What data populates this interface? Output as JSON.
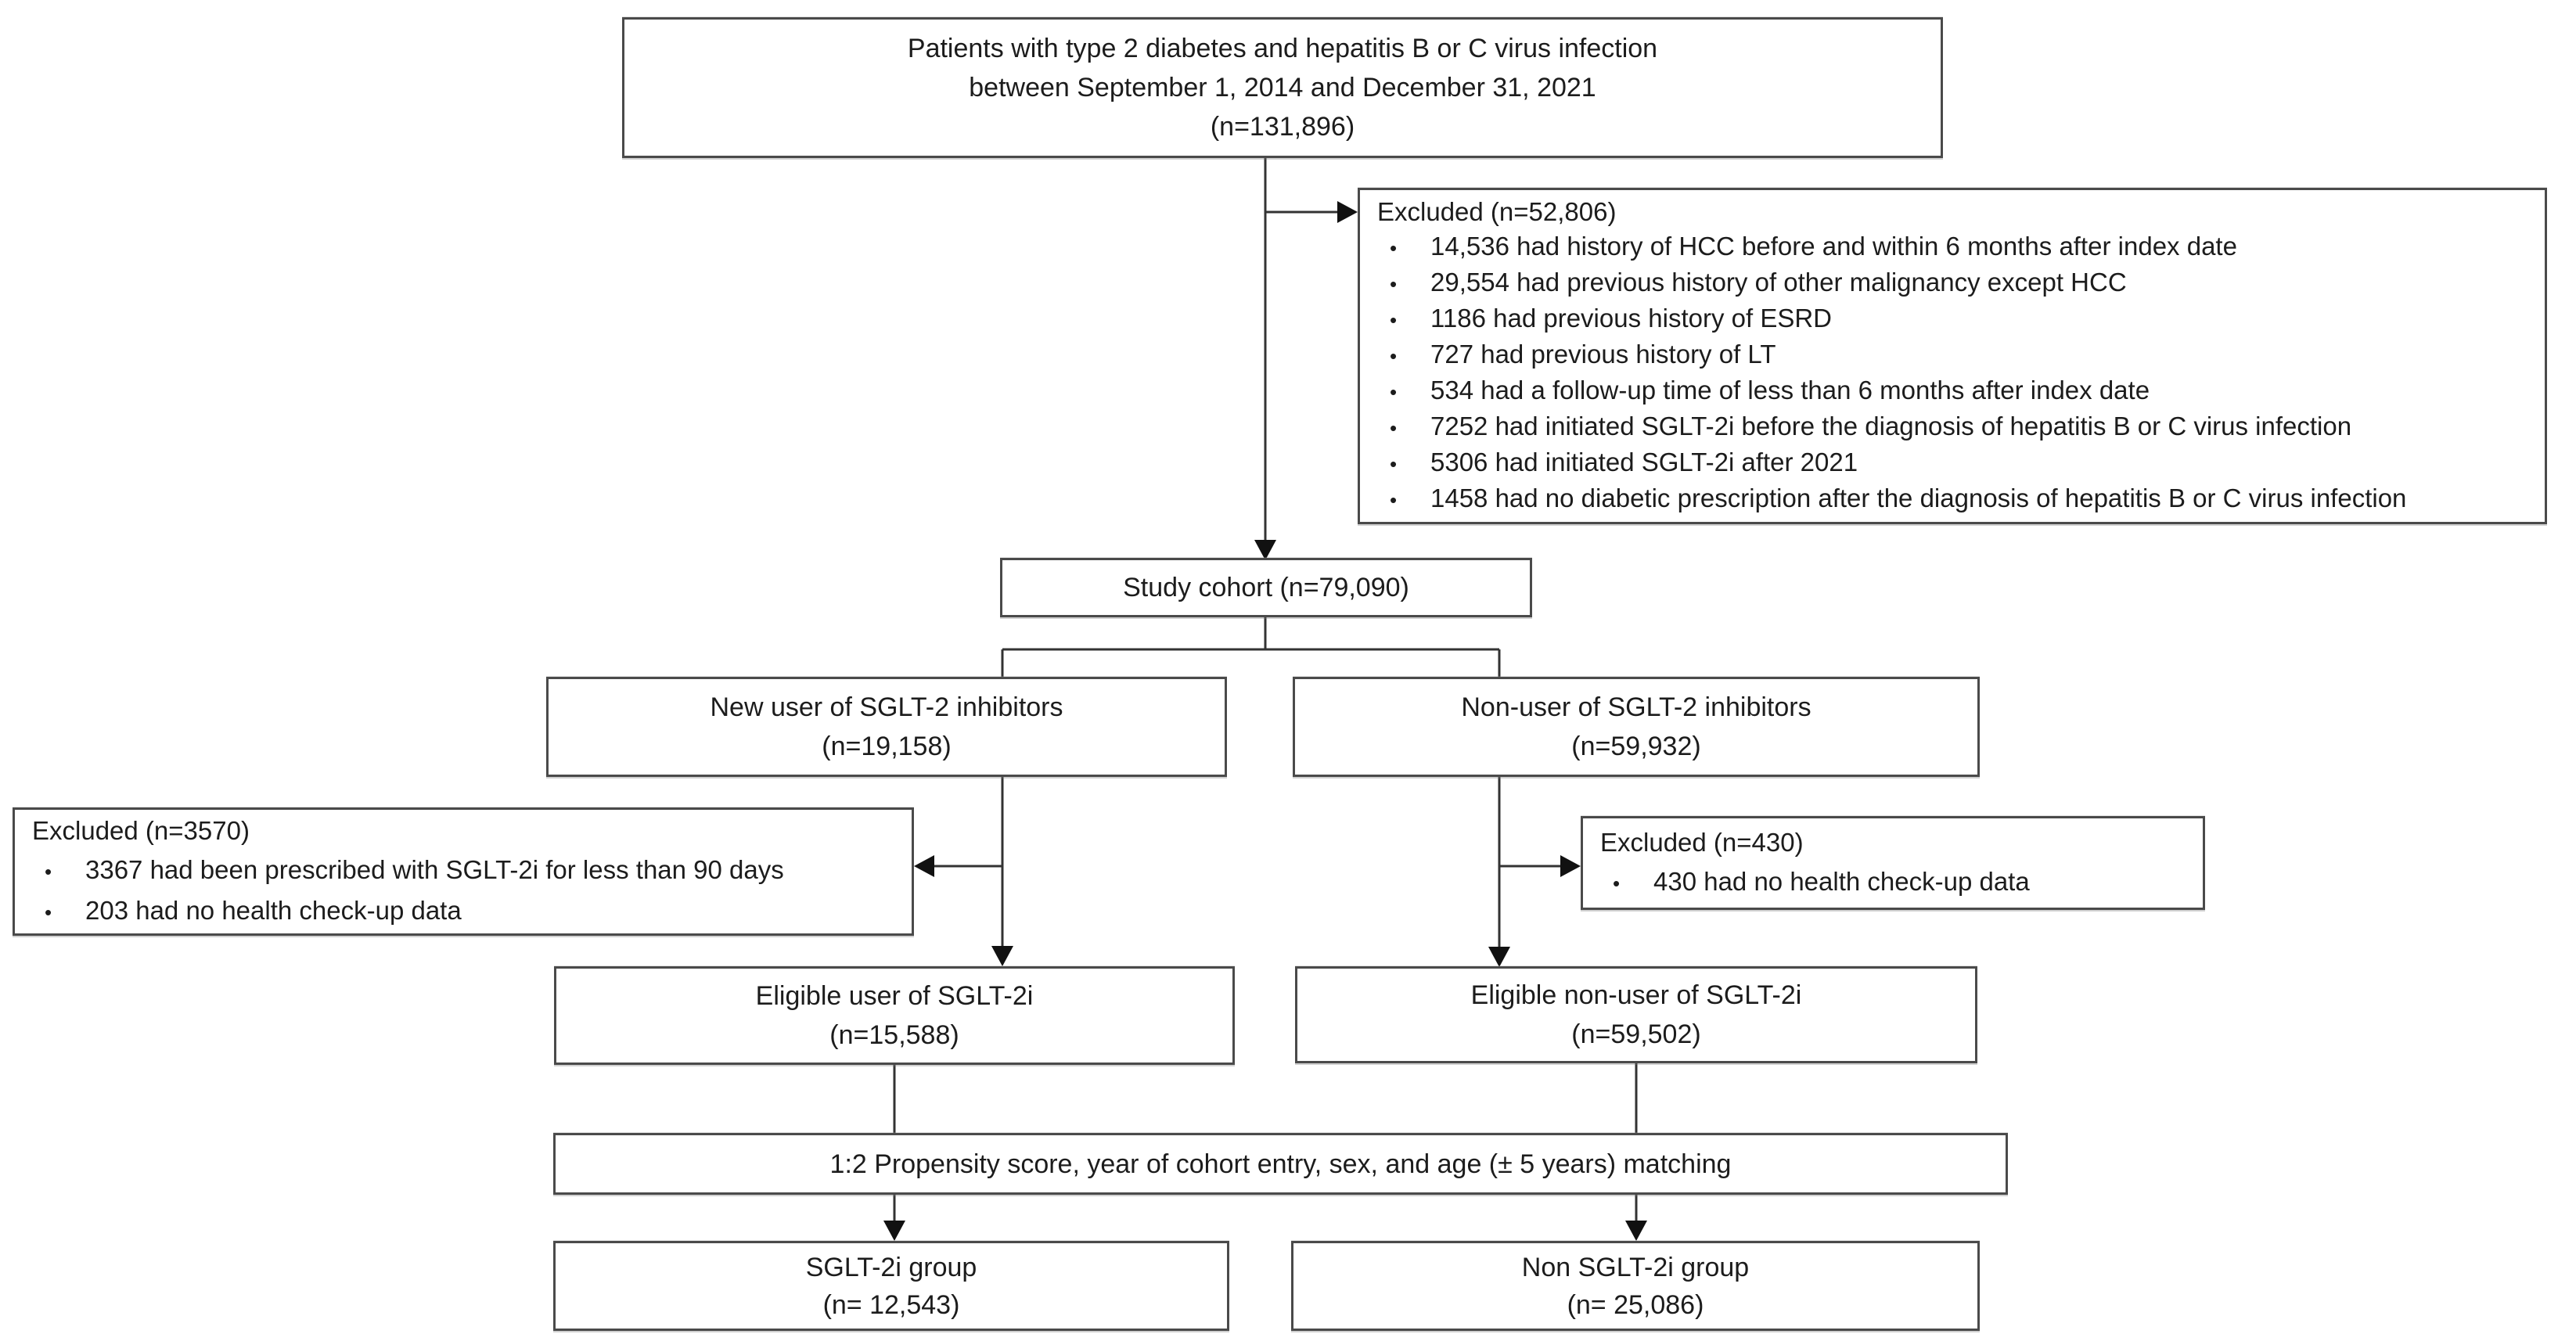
{
  "figure": {
    "background": "#ffffff",
    "border_color": "#4a4a4a",
    "line_color": "#333333",
    "text_color": "#1c1c1c"
  },
  "nodes": {
    "top": {
      "line1": "Patients with type 2 diabetes and hepatitis B or C virus infection",
      "line2": "between September 1, 2014 and December 31, 2021",
      "line3": "(n=131,896)"
    },
    "excluded_main": {
      "title": "Excluded (n=52,806)",
      "items": [
        "14,536 had history of HCC before and within 6 months after index date",
        "29,554 had previous history of other malignancy except HCC",
        "1186 had previous history of ESRD",
        "727 had previous history of LT",
        "534 had a follow-up time of less than 6 months after index date",
        "7252 had initiated SGLT-2i before the diagnosis of hepatitis B or C virus infection",
        "5306 had initiated SGLT-2i after 2021",
        "1458 had no diabetic prescription after the diagnosis of hepatitis B or C virus infection"
      ]
    },
    "study_cohort": {
      "label": "Study cohort (n=79,090)"
    },
    "new_user": {
      "line1": "New user of SGLT-2 inhibitors",
      "line2": "(n=19,158)"
    },
    "non_user": {
      "line1": "Non-user of SGLT-2 inhibitors",
      "line2": "(n=59,932)"
    },
    "excluded_left": {
      "title": "Excluded (n=3570)",
      "items": [
        "3367 had been prescribed with SGLT-2i for less than 90 days",
        "203 had no health check-up data"
      ]
    },
    "excluded_right": {
      "title": "Excluded (n=430)",
      "items": [
        "430 had no health check-up data"
      ]
    },
    "eligible_user": {
      "line1": "Eligible user of SGLT-2i",
      "line2": "(n=15,588)"
    },
    "eligible_non_user": {
      "line1": "Eligible non-user of SGLT-2i",
      "line2": "(n=59,502)"
    },
    "matching": {
      "label": "1:2 Propensity score, year of cohort entry, sex, and age (± 5 years) matching"
    },
    "sglt2i_group": {
      "line1": "SGLT-2i group",
      "line2": "(n= 12,543)"
    },
    "non_sglt2i_group": {
      "line1": "Non SGLT-2i group",
      "line2": "(n= 25,086)"
    }
  }
}
